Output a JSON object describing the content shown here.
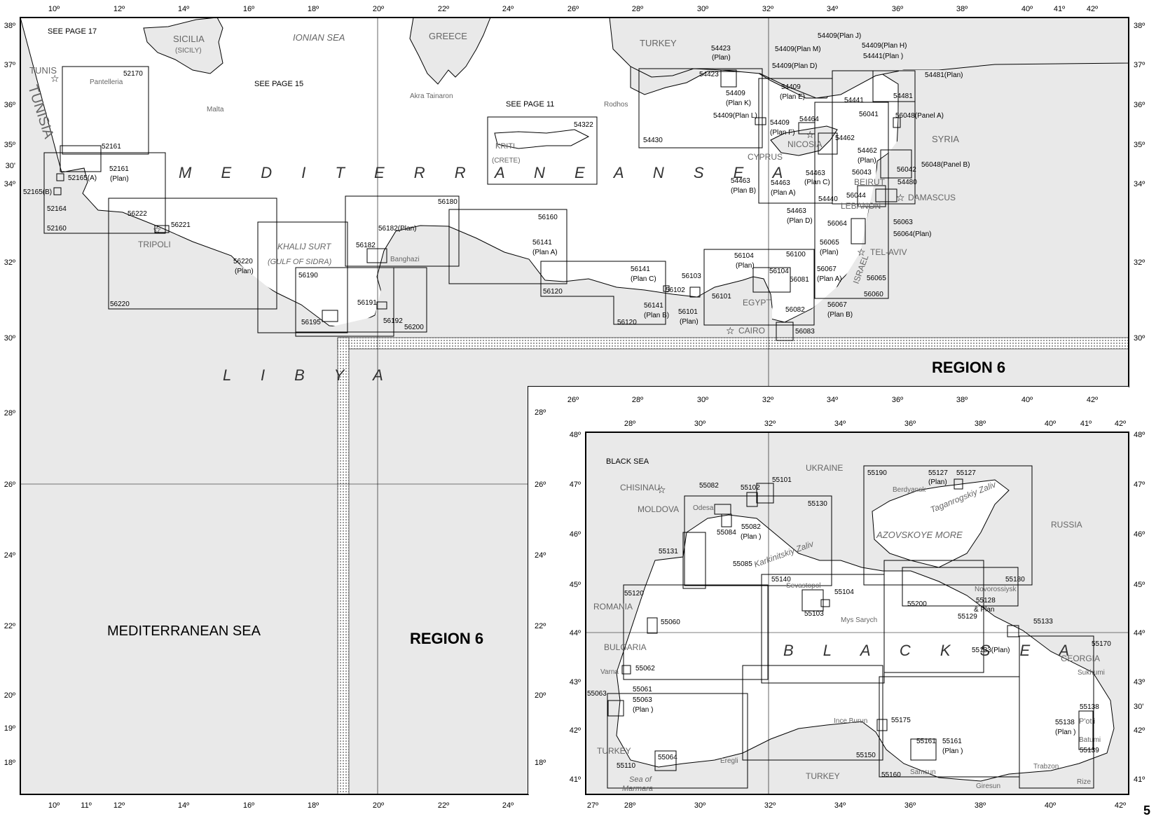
{
  "page_number": "5",
  "main_map": {
    "top_ticks": [
      "10º",
      "12º",
      "14º",
      "16º",
      "18º",
      "20º",
      "22º",
      "24º",
      "26º",
      "28º",
      "30º",
      "32º",
      "34º",
      "36º",
      "38º",
      "40º",
      "41º",
      "42º"
    ],
    "left_ticks": [
      "38º",
      "37º",
      "36º",
      "35º",
      "30'",
      "34º",
      "32º",
      "30º",
      "28º",
      "26º",
      "24º",
      "22º",
      "20º",
      "19º",
      "18º"
    ],
    "right_ticks": [
      "38º",
      "37º",
      "36º",
      "35º",
      "34º",
      "32º",
      "30º"
    ],
    "bottom_ticks": [
      "10º",
      "11º",
      "12º",
      "14º",
      "16º",
      "18º",
      "20º",
      "22º",
      "24º"
    ],
    "see_page_17": "SEE PAGE 17",
    "see_page_15": "SEE PAGE 15",
    "see_page_11": "SEE PAGE 11",
    "med_sea_spaced": "M E D I T E R R A N E A N   S E A",
    "libya_spaced": "L I B Y A",
    "mediterranean_sea_label": "MEDITERRANEAN SEA",
    "region6_a": "REGION 6",
    "region6_b": "REGION 6",
    "places": {
      "sicilia": "SICILIA",
      "sicily": "(SICILY)",
      "ionian": "IONIAN  SEA",
      "greece": "GREECE",
      "turkey": "TURKEY",
      "tunis": "TUNIS",
      "tunisia": "TUNISIA",
      "pantelleria": "Pantelleria",
      "malta": "Malta",
      "akra": "Akra Tainaron",
      "rodhos": "Rodhos",
      "kriti": "KRITI",
      "crete": "(CRETE)",
      "tripoli": "TRIPOLI",
      "khalij": "KHALIJ SURT",
      "gulf": "(GULF OF SIDRA)",
      "banghazi": "Banghazi",
      "cyprus": "CYPRUS",
      "nicosia": "NICOSIA",
      "syria": "SYRIA",
      "beirut": "BEIRUT",
      "lebanon": "LEBANON",
      "damascus": "DAMASCUS",
      "telaviv": "TEL-AVIV",
      "israel": "ISRAEL",
      "egypt": "EGYPT",
      "cairo": "CAIRO"
    },
    "charts": {
      "c52170": "52170",
      "c52161": "52161",
      "c52161p": "52161",
      "c52161p2": "(Plan)",
      "c52165a": "52165(A)",
      "c52165b": "52165(B)",
      "c52164": "52164",
      "c52160": "52160",
      "c56222": "56222",
      "c56221": "56221",
      "c56220": "56220",
      "c56220p": "56220",
      "c56220p2": "(Plan)",
      "c56182": "56182",
      "c56182p": "56182(Plan)",
      "c56180": "56180",
      "c56190": "56190",
      "c56195": "56195",
      "c56191": "56191",
      "c56192": "56192",
      "c56200": "56200",
      "c56160": "56160",
      "c56141": "56141",
      "c56141pa": "(Plan A)",
      "c56120a": "56120",
      "c56141c": "56141",
      "c56141c2": "(Plan C)",
      "c56141b": "56141",
      "c56141b2": "(Plan B)",
      "c56120b": "56120",
      "c56102": "56102",
      "c56103": "56103",
      "c56101": "56101",
      "c56101p": "56101",
      "c56101p2": "(Plan)",
      "c56104p": "56104",
      "c56104p2": "(Plan)",
      "c56104": "56104",
      "c56100": "56100",
      "c56081": "56081",
      "c56082": "56082",
      "c56083": "56083",
      "c54322": "54322",
      "c54430": "54430",
      "c54423": "54423",
      "c54423p": "54423",
      "c54423p2": "(Plan)",
      "c54409k": "54409",
      "c54409k2": "(Plan K)",
      "c54409l": "54409(Plan L)",
      "c54409m": "54409(Plan M)",
      "c54409d": "54409(Plan D)",
      "c54409e": "54409",
      "c54409e2": "(Plan E)",
      "c54409j": "54409(Plan J)",
      "c54409h": "54409(Plan H)",
      "c54441p": "54441(Plan )",
      "c54441": "54441",
      "c54481p": "54481(Plan)",
      "c54481": "54481",
      "c54409f": "54409",
      "c54409f2": "(Plan F)",
      "c54464": "54464",
      "c54462": "54462",
      "c54462p": "54462",
      "c54462p2": "(Plan)",
      "c54463b": "54463",
      "c54463b2": "(Plan B)",
      "c54463a": "54463",
      "c54463a2": "(Plan A)",
      "c54463c": "54463",
      "c54463c2": "(Plan C)",
      "c54463d": "54463",
      "c54463d2": "(Plan D)",
      "c54440": "54440",
      "c56041": "56041",
      "c56048a": "56048(Panel A)",
      "c56048b": "56048(Panel B)",
      "c56043": "56043",
      "c56042": "56042",
      "c56044": "56044",
      "c54480": "54480",
      "c56064": "56064",
      "c56063": "56063",
      "c56064p": "56064(Plan)",
      "c56065p": "56065",
      "c56065p2": "(Plan)",
      "c56067a": "56067",
      "c56067a2": "(Plan A)",
      "c56065": "56065",
      "c56060": "56060",
      "c56067b": "56067",
      "c56067b2": "(Plan B)"
    }
  },
  "inset_map": {
    "top_outer_ticks": [
      "26º",
      "28º",
      "30º",
      "32º",
      "34º",
      "36º",
      "38º",
      "40º",
      "42º"
    ],
    "top_inner_ticks": [
      "28º",
      "30º",
      "32º",
      "34º",
      "36º",
      "38º",
      "40º",
      "41º",
      "42º"
    ],
    "left_ticks": [
      "28º",
      "26º",
      "24º",
      "22º",
      "20º",
      "18º"
    ],
    "inner_left_ticks": [
      "48º",
      "47º",
      "46º",
      "45º",
      "44º",
      "43º",
      "42º",
      "41º"
    ],
    "inner_right_ticks": [
      "48º",
      "47º",
      "46º",
      "45º",
      "44º",
      "43º",
      "30'",
      "42º",
      "41º"
    ],
    "bottom_ticks": [
      "27º",
      "28º",
      "30º",
      "32º",
      "34º",
      "36º",
      "38º",
      "40º",
      "42º"
    ],
    "black_sea_title": "BLACK SEA",
    "black_sea_spaced": "B L A C K   S E A",
    "places": {
      "ukraine": "UKRAINE",
      "chisinau": "CHISINAU",
      "moldova": "MOLDOVA",
      "odesa": "Odesa",
      "romania": "ROMANIA",
      "bulgaria": "BULGARIA",
      "varna": "Varna",
      "turkey1": "TURKEY",
      "turkey2": "TURKEY",
      "sea_of": "Sea of",
      "marmara": "Marmara",
      "eregli": "Eregli",
      "karkinitskiy": "Karkinitskiy Zaliv",
      "sevastopol": "Sevastopol",
      "mys": "Mys Sarych",
      "azov": "AZOVSKOYE MORE",
      "berdyansk": "Berdyansk",
      "taganrog": "Taganrogskiy Zaliv",
      "russia": "RUSSIA",
      "novorossiysk": "Novorossiysk",
      "georgia": "GEORGIA",
      "sukhumi": "Sukhumi",
      "poti": "P'ot'i",
      "batumi": "Batumi",
      "trabzon": "Trabzon",
      "rize": "Rize",
      "giresun": "Giresun",
      "samsun": "Samsun",
      "ince": "Ince Burun"
    },
    "charts": {
      "b55082": "55082",
      "b55102": "55102",
      "b55101": "55101",
      "b55130": "55130",
      "b55084": "55084",
      "b55082p": "55082",
      "b55082p2": "(Plan )",
      "b55085": "55085",
      "b55131": "55131",
      "b55190": "55190",
      "b55127p": "55127",
      "b55127p2": "(Plan)",
      "b55127": "55127",
      "b55140": "55140",
      "b55104": "55104",
      "b55103": "55103",
      "b55180": "55180",
      "b55120": "55120",
      "b55060": "55060",
      "b55200": "55200",
      "b55129": "55129",
      "b55128": "55128",
      "b55128p": "& Plan",
      "b55133": "55133",
      "b55133p": "55133(Plan)",
      "b55170": "55170",
      "b55062": "55062",
      "b55061": "55061",
      "b55063": "55063",
      "b55063p": "55063",
      "b55063p2": "(Plan )",
      "b55175": "55175",
      "b55161": "55161",
      "b55161p": "55161",
      "b55161p2": "(Plan )",
      "b55138": "55138",
      "b55138p": "55138",
      "b55138p2": "(Plan )",
      "b55139": "55139",
      "b55064": "55064",
      "b55110": "55110",
      "b55150": "55150",
      "b55160": "55160"
    }
  }
}
